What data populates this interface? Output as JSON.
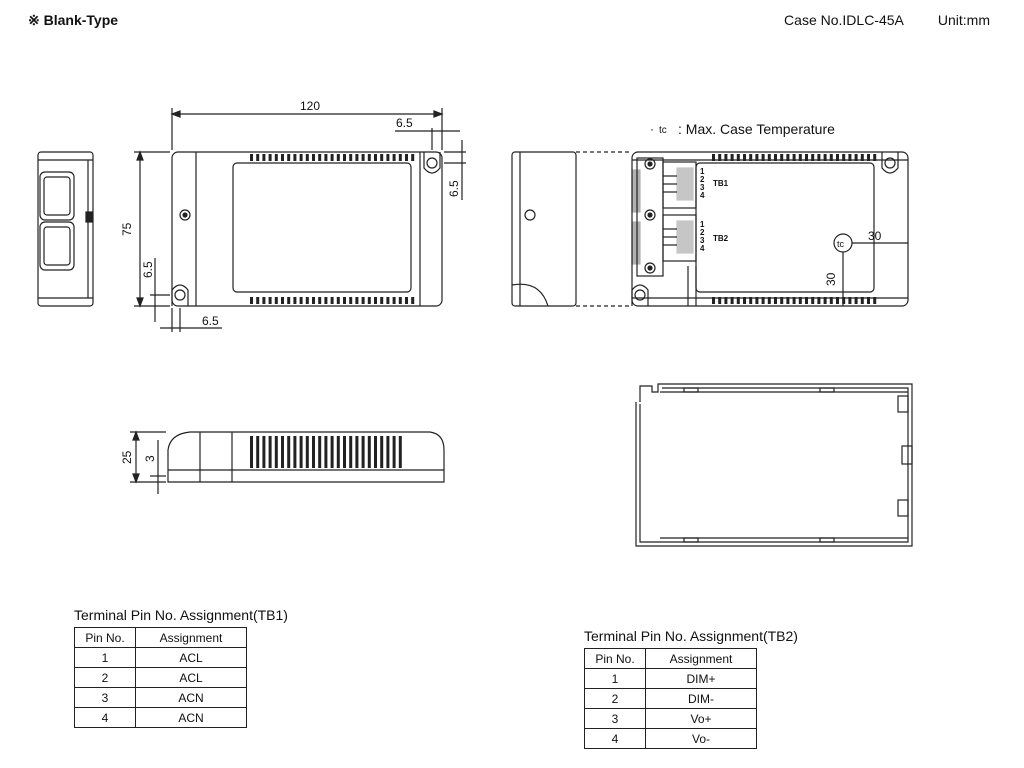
{
  "header": {
    "type_label": "※ Blank-Type",
    "case_no": "Case No.IDLC-45A",
    "unit": "Unit:mm"
  },
  "dimensions": {
    "length": "120",
    "hole_offset_top": "6.5",
    "hole_offset_side": "6.5",
    "width": "75",
    "hole_offset_left": "6.5",
    "hole_offset_bottom": "6.5",
    "height": "25",
    "foot": "3",
    "tc_x": "30",
    "tc_y": "30"
  },
  "legend": {
    "tc_symbol": "tc",
    "tc_prefix": "·",
    "tc_text": ": Max. Case Temperature"
  },
  "terminal_labels": {
    "tb1": "TB1",
    "tb2": "TB2",
    "pins": [
      "1",
      "2",
      "3",
      "4"
    ]
  },
  "tables": [
    {
      "title": "Terminal Pin No. Assignment(TB1)",
      "headers": [
        "Pin No.",
        "Assignment"
      ],
      "rows": [
        [
          "1",
          "ACL"
        ],
        [
          "2",
          "ACL"
        ],
        [
          "3",
          "ACN"
        ],
        [
          "4",
          "ACN"
        ]
      ]
    },
    {
      "title": "Terminal Pin No. Assignment(TB2)",
      "headers": [
        "Pin No.",
        "Assignment"
      ],
      "rows": [
        [
          "1",
          "DIM+"
        ],
        [
          "2",
          "DIM-"
        ],
        [
          "3",
          "Vo+"
        ],
        [
          "4",
          "Vo-"
        ]
      ]
    }
  ]
}
